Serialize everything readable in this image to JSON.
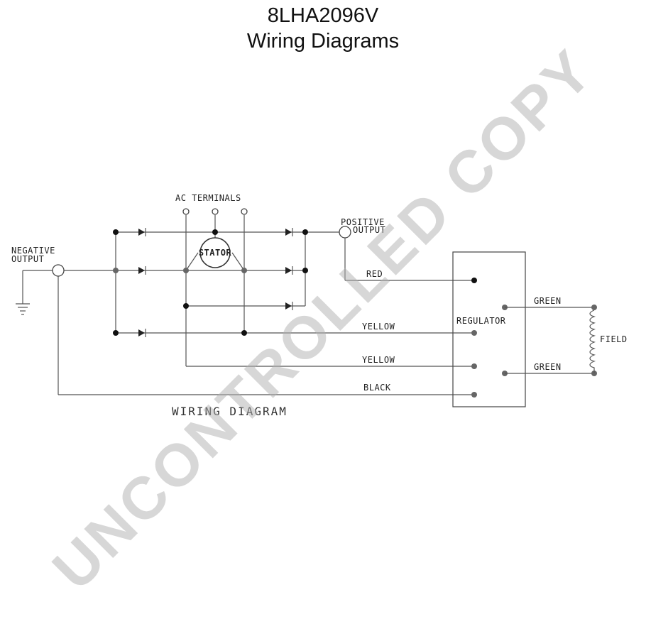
{
  "header": {
    "title_model": "8LHA2096V",
    "title_sub": "Wiring Diagrams"
  },
  "diagram": {
    "ac_terminals": "AC TERMINALS",
    "negative_output_1": "NEGATIVE",
    "negative_output_2": "OUTPUT",
    "positive_output_1": "POSITIVE",
    "positive_output_2": "OUTPUT",
    "stator": "STATOR",
    "red": "RED",
    "regulator": "REGULATOR",
    "yellow_1": "YELLOW",
    "yellow_2": "YELLOW",
    "black": "BLACK",
    "green_1": "GREEN",
    "green_2": "GREEN",
    "field": "FIELD",
    "caption": "WIRING DIAGRAM"
  },
  "watermark": "UNCONTROLLED COPY",
  "colors": {
    "wire": "#555555",
    "watermark": "#afafaf"
  }
}
